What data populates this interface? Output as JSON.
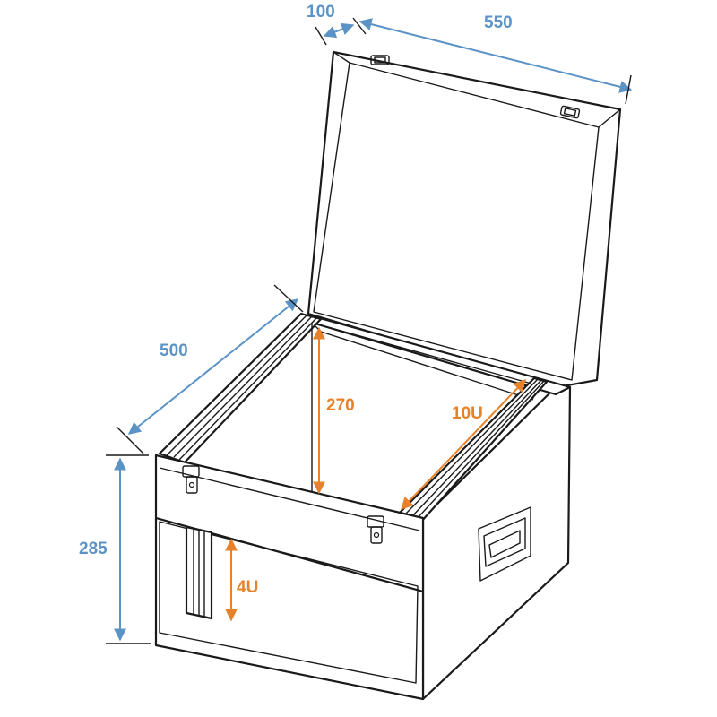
{
  "colors": {
    "outline": "#1a1a1a",
    "dimension_blue": "#5b93c7",
    "dimension_orange": "#e8822a"
  },
  "dimensions": {
    "lid_depth": "100",
    "width": "550",
    "depth": "500",
    "height": "285",
    "inner_height": "270",
    "rack_upper": "10U",
    "rack_lower": "4U"
  }
}
